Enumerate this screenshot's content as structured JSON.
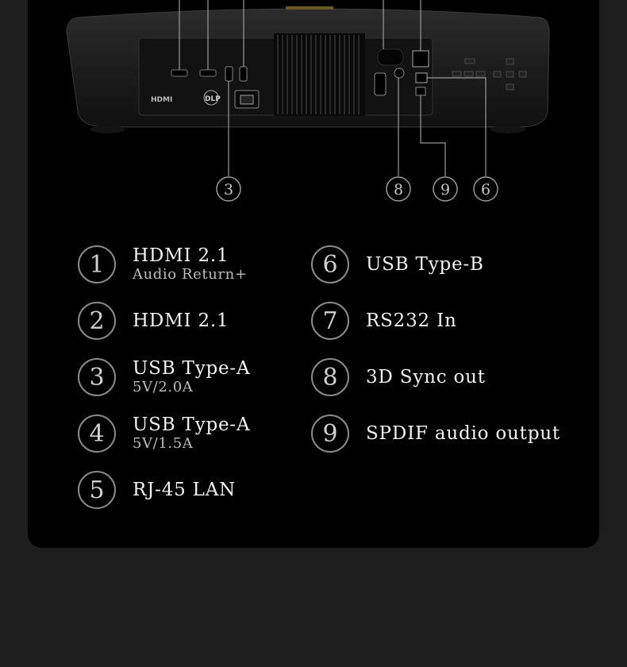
{
  "diagram": {
    "hdmi_logo": "HDMI",
    "dlp_logo": "DLP",
    "callouts": [
      "3",
      "8",
      "9",
      "6"
    ]
  },
  "legend": {
    "left": [
      {
        "number": "1",
        "title": "HDMI 2.1",
        "subtitle": "Audio Return+"
      },
      {
        "number": "2",
        "title": "HDMI 2.1",
        "subtitle": ""
      },
      {
        "number": "3",
        "title": "USB Type-A",
        "subtitle": "5V/2.0A"
      },
      {
        "number": "4",
        "title": "USB Type-A",
        "subtitle": "5V/1.5A"
      },
      {
        "number": "5",
        "title": "RJ-45 LAN",
        "subtitle": ""
      }
    ],
    "right": [
      {
        "number": "6",
        "title": "USB Type-B",
        "subtitle": ""
      },
      {
        "number": "7",
        "title": "RS232 In",
        "subtitle": ""
      },
      {
        "number": "8",
        "title": "3D Sync out",
        "subtitle": ""
      },
      {
        "number": "9",
        "title": "SPDIF audio output",
        "subtitle": ""
      }
    ]
  },
  "colors": {
    "page_bg": "#1e1e1e",
    "card_bg": "#000000",
    "circle_border": "#8a8a8a",
    "title_text": "#f2f2f2",
    "subtitle_text": "#bdbdbd"
  }
}
